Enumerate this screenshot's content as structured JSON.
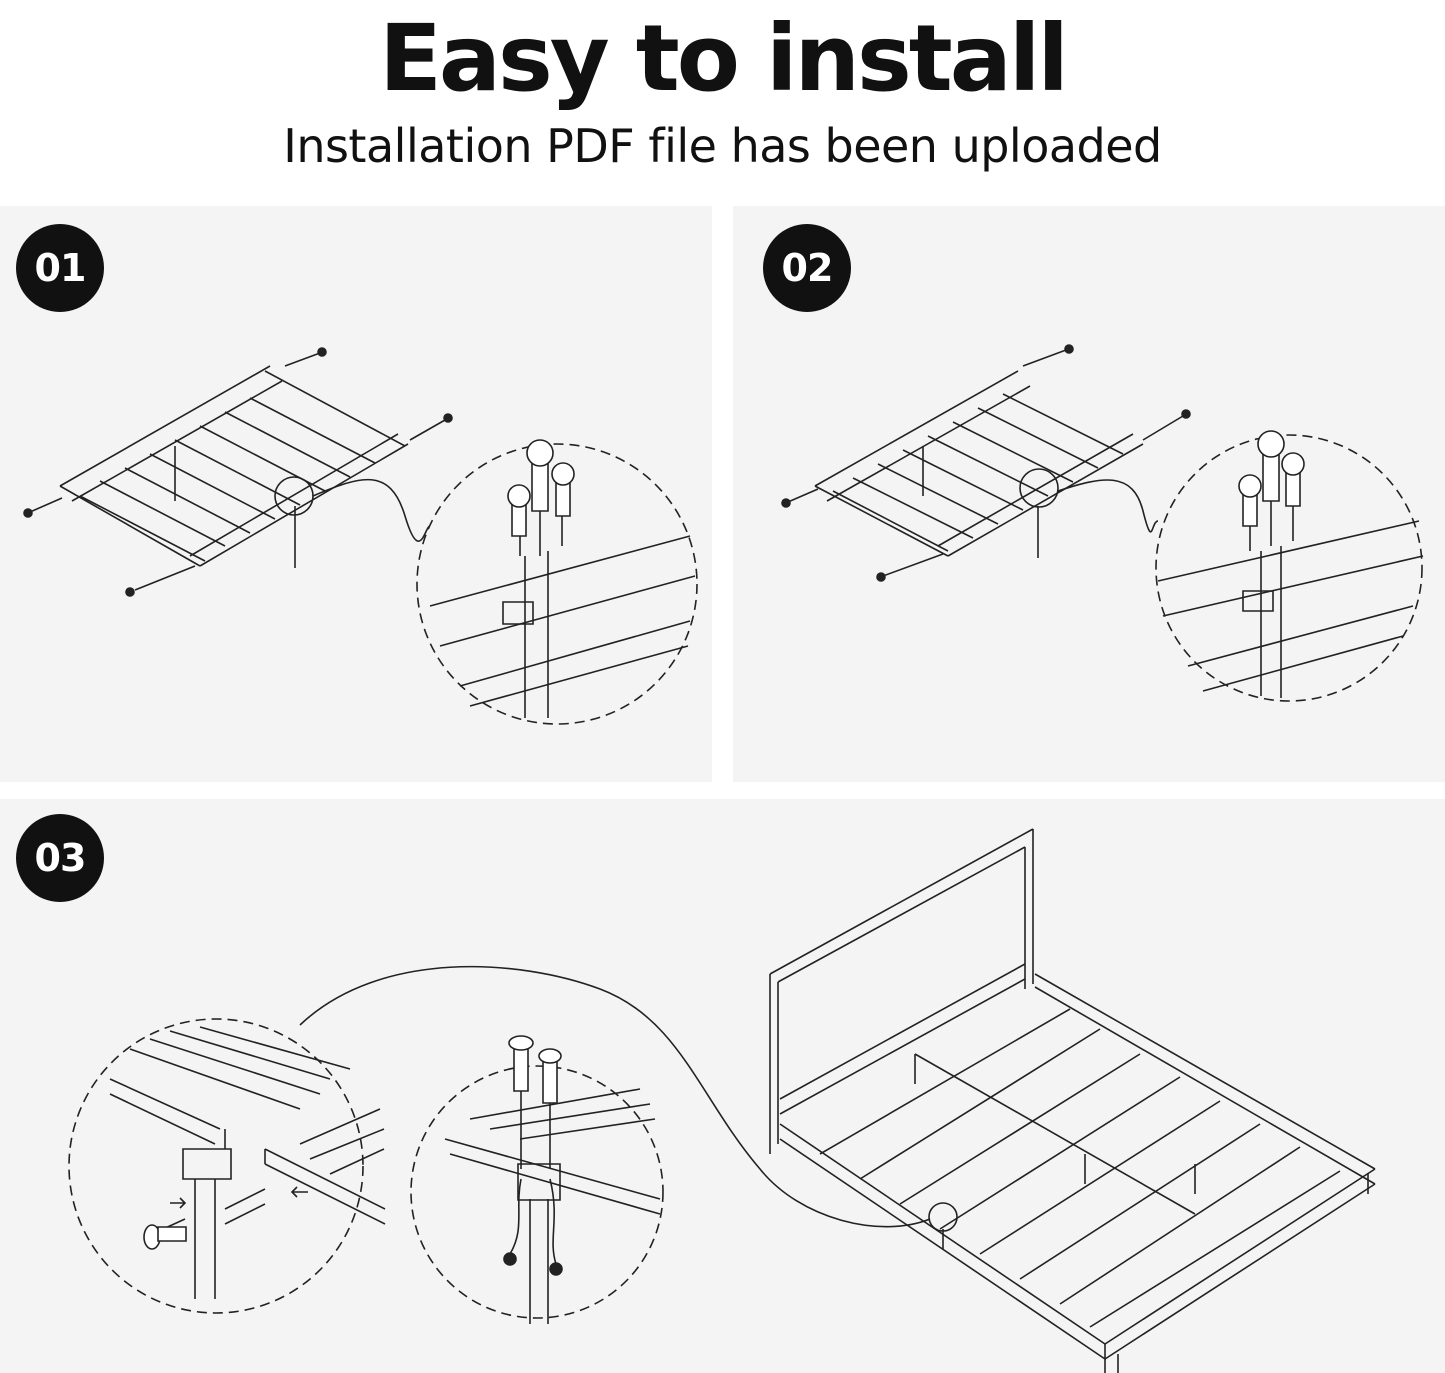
{
  "header": {
    "title": "Easy to install",
    "subtitle": "Installation PDF file has been uploaded"
  },
  "steps": [
    {
      "number": "01"
    },
    {
      "number": "02"
    },
    {
      "number": "03"
    }
  ],
  "colors": {
    "panel_background": "#f4f4f4",
    "badge_background": "#111111",
    "badge_text": "#ffffff",
    "line_art": "#222222"
  }
}
